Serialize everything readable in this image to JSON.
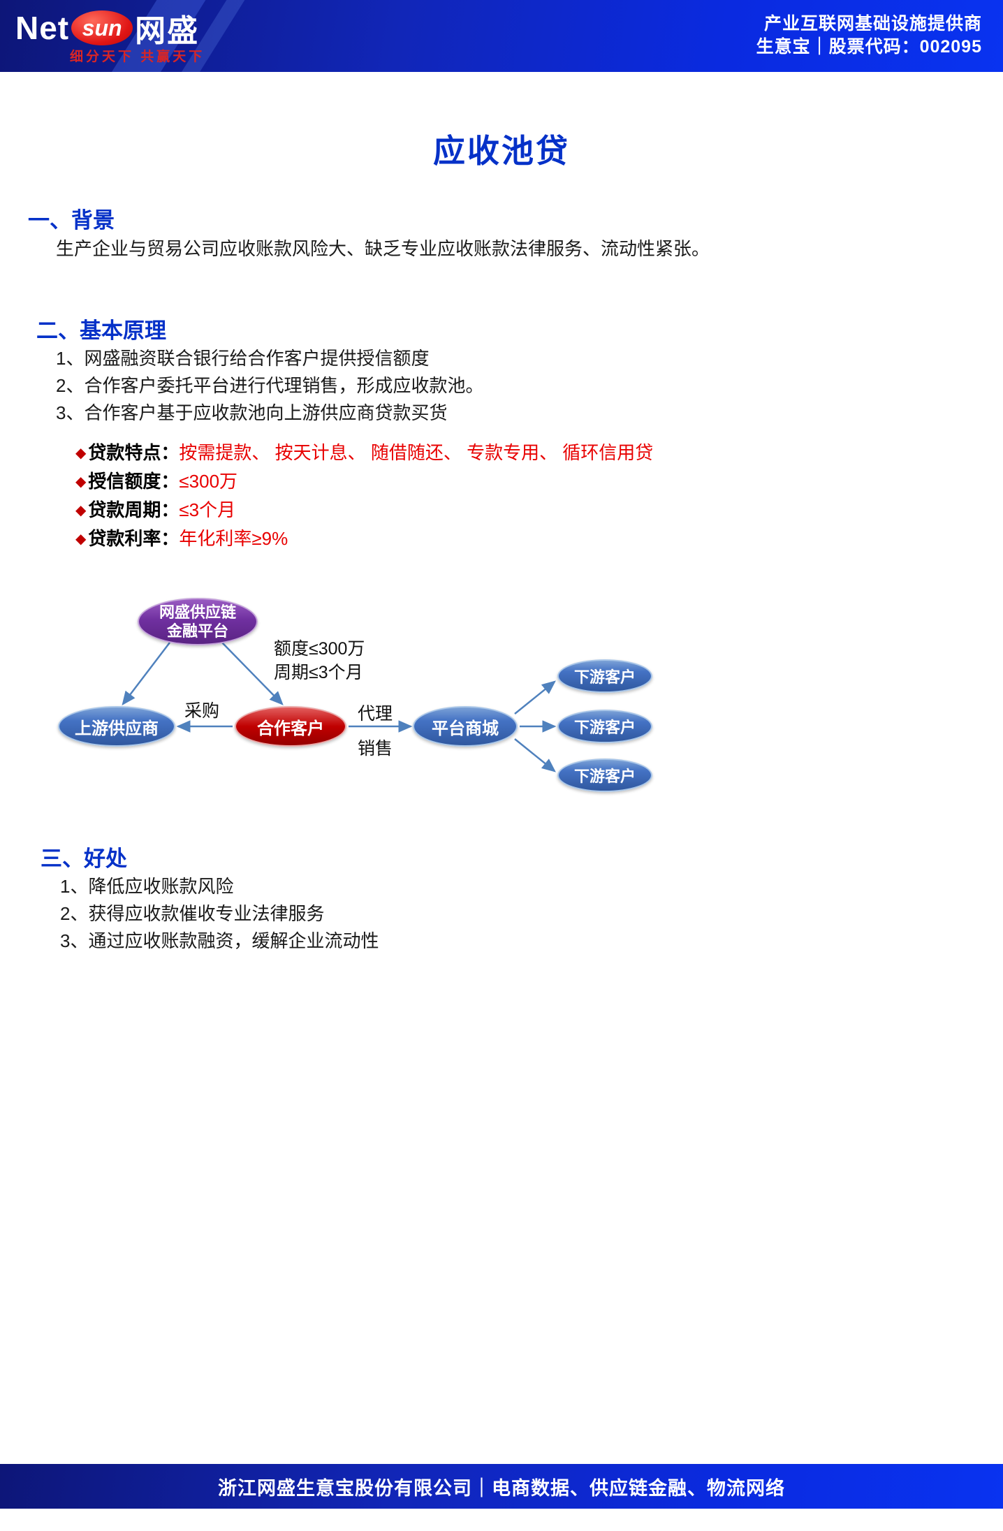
{
  "header": {
    "logo_net": "Net",
    "logo_sun": "sun",
    "logo_cn": "网盛",
    "tagline": "细分天下 共赢天下",
    "right_line1": "产业互联网基础设施提供商",
    "right_line2": "生意宝｜股票代码：002095"
  },
  "title": "应收池贷",
  "icons": {
    "diamond": "◆"
  },
  "sections": {
    "background": {
      "heading": "一、背景",
      "body": "生产企业与贸易公司应收账款风险大、缺乏专业应收账款法律服务、流动性紧张。"
    },
    "principle": {
      "heading": "二、基本原理",
      "items": [
        "1、网盛融资联合银行给合作客户提供授信额度",
        "2、合作客户委托平台进行代理销售，形成应收款池。",
        "3、合作客户基于应收款池向上游供应商贷款买货"
      ],
      "bullets": [
        {
          "label": "贷款特点：",
          "value": "按需提款、 按天计息、 随借随还、 专款专用、 循环信用贷"
        },
        {
          "label": "授信额度：",
          "value": "≤300万"
        },
        {
          "label": "贷款周期：",
          "value": "≤3个月"
        },
        {
          "label": "贷款利率：",
          "value": "年化利率≥9%"
        }
      ]
    },
    "benefits": {
      "heading": "三、好处",
      "items": [
        "1、降低应收账款风险",
        "2、获得应收款催收专业法律服务",
        "3、通过应收账款融资，缓解企业流动性"
      ]
    }
  },
  "diagram": {
    "nodes": {
      "platform_line1": "网盛供应链",
      "platform_line2": "金融平台",
      "supplier": "上游供应商",
      "customer": "合作客户",
      "mall": "平台商城",
      "downstream": "下游客户"
    },
    "labels": {
      "quota": "额度≤300万",
      "period": "周期≤3个月",
      "purchase": "采购",
      "agent_line1": "代理",
      "agent_line2": "销售"
    },
    "arrow_color": "#4f81bd"
  },
  "footer": {
    "text": "浙江网盛生意宝股份有限公司｜电商数据、供应链金融、物流网络"
  }
}
